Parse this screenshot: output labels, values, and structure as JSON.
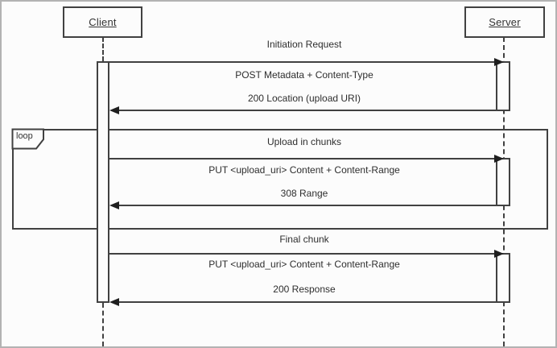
{
  "actors": [
    {
      "name": "Client"
    },
    {
      "name": "Server"
    }
  ],
  "frames": [
    {
      "operator": "loop"
    }
  ],
  "sections": [
    {
      "title": "Initiation Request",
      "messages": [
        {
          "label": "POST Metadata + Content-Type",
          "direction": "client-to-server"
        },
        {
          "label": "200 Location (upload URI)",
          "direction": "server-to-client"
        }
      ]
    },
    {
      "title": "Upload in chunks",
      "in_loop": true,
      "messages": [
        {
          "label": "PUT <upload_uri> Content + Content-Range",
          "direction": "client-to-server"
        },
        {
          "label": "308 Range",
          "direction": "server-to-client"
        }
      ]
    },
    {
      "title": "Final chunk",
      "messages": [
        {
          "label": "PUT <upload_uri> Content + Content-Range",
          "direction": "client-to-server"
        },
        {
          "label": "200 Response",
          "direction": "server-to-client"
        }
      ]
    }
  ],
  "colors": {
    "line": "#414141",
    "arrowhead": "#1f1f1f",
    "background": "#fcfcfc",
    "outer_border": "#b3b3b3"
  }
}
